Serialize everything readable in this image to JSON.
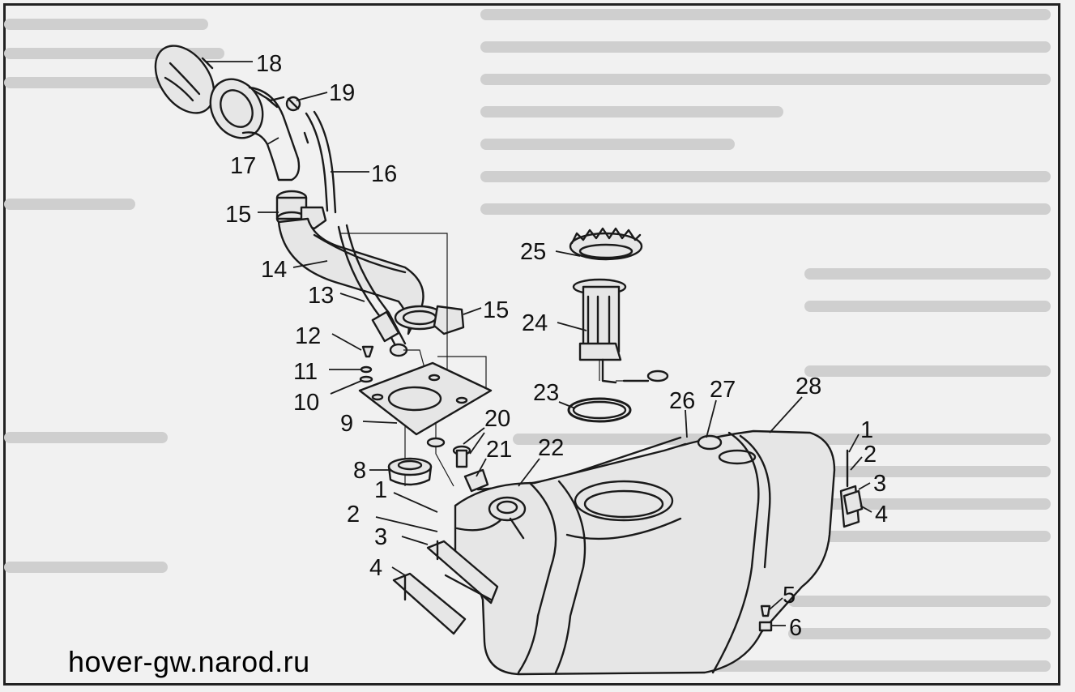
{
  "watermark": "hover-gw.narod.ru",
  "callouts": [
    {
      "id": "18",
      "text": "18"
    },
    {
      "id": "19",
      "text": "19"
    },
    {
      "id": "17",
      "text": "17"
    },
    {
      "id": "16",
      "text": "16"
    },
    {
      "id": "15a",
      "text": "15"
    },
    {
      "id": "14",
      "text": "14"
    },
    {
      "id": "13",
      "text": "13"
    },
    {
      "id": "15b",
      "text": "15"
    },
    {
      "id": "12",
      "text": "12"
    },
    {
      "id": "11",
      "text": "11"
    },
    {
      "id": "10",
      "text": "10"
    },
    {
      "id": "9",
      "text": "9"
    },
    {
      "id": "25",
      "text": "25"
    },
    {
      "id": "24",
      "text": "24"
    },
    {
      "id": "23",
      "text": "23"
    },
    {
      "id": "20",
      "text": "20"
    },
    {
      "id": "21",
      "text": "21"
    },
    {
      "id": "22",
      "text": "22"
    },
    {
      "id": "26",
      "text": "26"
    },
    {
      "id": "27",
      "text": "27"
    },
    {
      "id": "28",
      "text": "28"
    },
    {
      "id": "8",
      "text": "8"
    },
    {
      "id": "1a",
      "text": "1"
    },
    {
      "id": "2a",
      "text": "2"
    },
    {
      "id": "3a",
      "text": "3"
    },
    {
      "id": "4a",
      "text": "4"
    },
    {
      "id": "1b",
      "text": "1"
    },
    {
      "id": "2b",
      "text": "2"
    },
    {
      "id": "3b",
      "text": "3"
    },
    {
      "id": "4b",
      "text": "4"
    },
    {
      "id": "5",
      "text": "5"
    },
    {
      "id": "6",
      "text": "6"
    }
  ]
}
